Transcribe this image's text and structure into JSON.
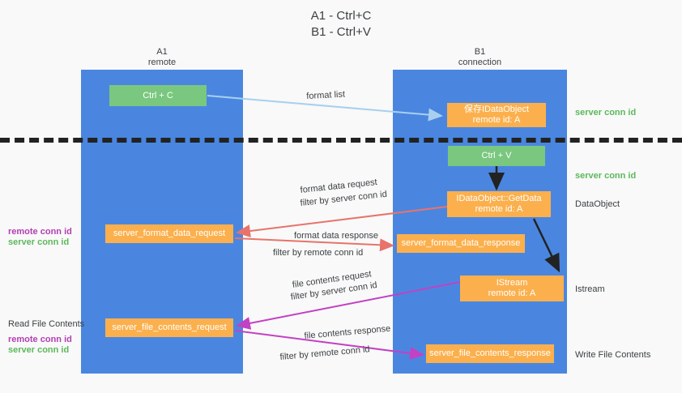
{
  "title": {
    "line1": "A1 - Ctrl+C",
    "line2": "B1 - Ctrl+V"
  },
  "colors": {
    "lane": "#4a86e0",
    "green_box": "#7ac77f",
    "orange_box": "#fbb04d",
    "server_conn_text": "#5cb85c",
    "remote_conn_text": "#b23fb2",
    "arrow_light_blue": "#a8d0ee",
    "arrow_red": "#e8736a",
    "arrow_magenta": "#c341c3",
    "arrow_black": "#222222",
    "background": "#f9f9f9"
  },
  "lanes": [
    {
      "name": "A1",
      "sub": "remote"
    },
    {
      "name": "B1",
      "sub": "connection"
    }
  ],
  "boxes": {
    "ctrl_c": "Ctrl + C",
    "ctrl_v": "Ctrl + V",
    "save_idataobject_l1": "保存IDataObject",
    "save_idataobject_l2": "remote id: A",
    "getdata_l1": "IDataObject::GetData",
    "getdata_l2": "remote id: A",
    "istream_l1": "IStream",
    "istream_l2": "remote id: A",
    "server_format_data_request": "server_format_data_request",
    "server_format_data_response": "server_format_data_response",
    "server_file_contents_request": "server_file_contents_request",
    "server_file_contents_response": "server_file_contents_response"
  },
  "arrow_labels": {
    "format_list": "format list",
    "format_data_request": "format data request",
    "format_data_response": "format data response",
    "file_contents_request": "file contents request",
    "file_contents_response": "file contents response",
    "filter_by": "filter by",
    "server_conn_id": "server conn id",
    "remote_conn_id": "remote conn id"
  },
  "right_labels": [
    "server conn id",
    "server conn id",
    "DataObject",
    "Istream",
    "Write File Contents"
  ],
  "left_labels": {
    "read_file_contents": "Read File Contents",
    "remote_conn_id": "remote conn id",
    "server_conn_id": "server conn id"
  }
}
